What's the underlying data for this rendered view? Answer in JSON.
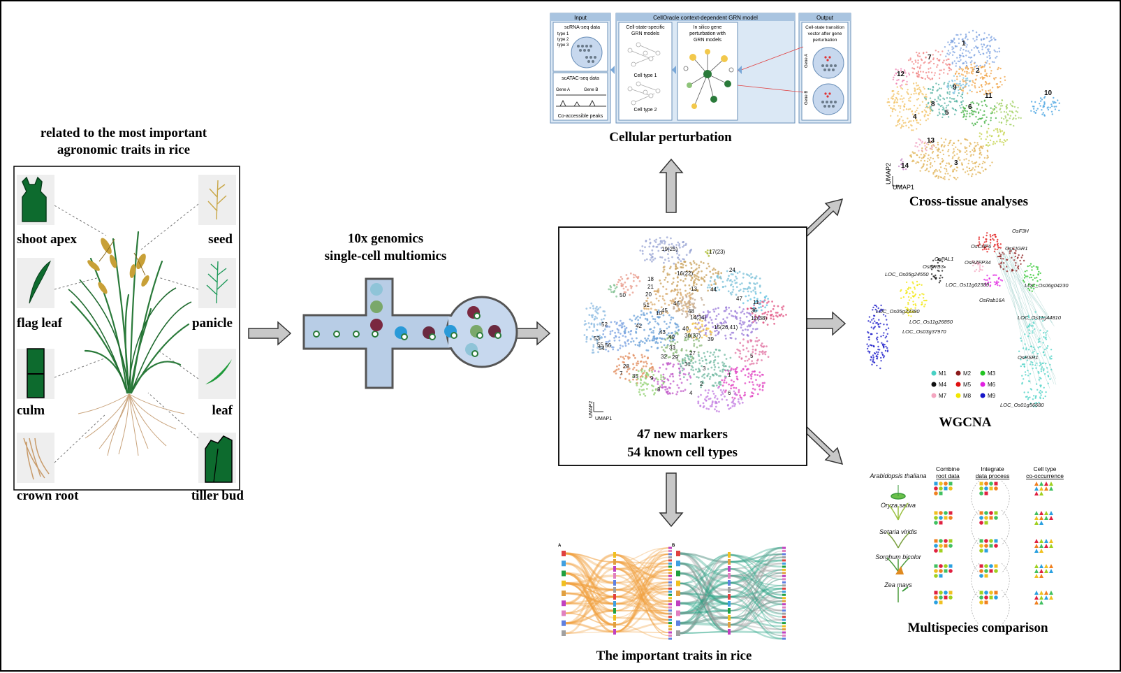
{
  "rice_panel": {
    "heading_line1": "related to the most important",
    "heading_line2": "agronomic traits in rice",
    "tissues": {
      "shoot_apex": "shoot apex",
      "flag_leaf": "flag leaf",
      "culm": "culm",
      "crown_root": "crown root",
      "seed": "seed",
      "panicle": "panicle",
      "leaf": "leaf",
      "tiller_bud": "tiller bud"
    }
  },
  "genomics": {
    "line1": "10x genomics",
    "line2": "single-cell multiomics"
  },
  "center": {
    "caption_line1": "47 new markers",
    "caption_line2": "54 known cell types",
    "axis_y": "UMAP2",
    "axis_x": "UMAP1",
    "cluster_labels": [
      "19(25)",
      "17(23)",
      "16(22)",
      "24",
      "18",
      "21",
      "20",
      "13",
      "44",
      "47",
      "11",
      "36",
      "12(38)",
      "50",
      "51",
      "46",
      "45",
      "48",
      "14(34)",
      "42",
      "43",
      "49",
      "40",
      "30(37)",
      "15(26,41)",
      "39",
      "10",
      "33",
      "52",
      "53",
      "56",
      "55",
      "54",
      "28",
      "32",
      "29",
      "27",
      "31",
      "3",
      "5",
      "35",
      "9",
      "1",
      "2",
      "8",
      "7",
      "4",
      "6"
    ]
  },
  "celloracle": {
    "caption": "Cellular perturbation",
    "header_input": "Input",
    "header_model": "CellOracle context-dependent GRN model",
    "header_output": "Output",
    "scrna": "scRNA-seq data",
    "type1": "type 1",
    "type2": "type 2",
    "type3": "type 3",
    "scatac": "scATAC-seq data",
    "gene_a": "Gene A",
    "gene_b": "Gene B",
    "coaccess": "Co-accessible peaks",
    "grn_title_1": "Cell-state-specific",
    "grn_title_2": "GRN models",
    "celltype1": "Cell type 1",
    "celltype2": "Cell type 2",
    "insilico_1": "In silico gene",
    "insilico_2": "perturbation with",
    "insilico_3": "GRN models",
    "output_1": "Cell-state transition",
    "output_2": "vector after gene",
    "output_3": "perturbation",
    "gene_a_v": "Gene A",
    "gene_b_v": "Gene B"
  },
  "cross_tissue": {
    "caption": "Cross-tissue analyses",
    "axis_y": "UMAP2",
    "axis_x": "UMAP1",
    "cluster_labels": [
      "1",
      "2",
      "3",
      "4",
      "5",
      "6",
      "7",
      "8",
      "9",
      "10",
      "11",
      "12",
      "13",
      "14"
    ]
  },
  "wgcna": {
    "caption": "WGCNA",
    "genes": [
      "OsF3H",
      "OsCslF6",
      "OsCIGR1",
      "OsRZFP34",
      "OsPAL1",
      "OsERG3",
      "LOC_Os05g24550",
      "LOC_Os11g02389",
      "LOC_Os06g04230",
      "OsRab16A",
      "LOC_Os05g33380",
      "LOC_Os11g26850",
      "LOC_Os03g37970",
      "LOC_Os11g44810",
      "OsRSR1",
      "LOC_Os01g56680"
    ],
    "modules": [
      {
        "name": "M1",
        "color": "#48d1c4"
      },
      {
        "name": "M2",
        "color": "#8b1a1a"
      },
      {
        "name": "M3",
        "color": "#22c322"
      },
      {
        "name": "M4",
        "color": "#111111"
      },
      {
        "name": "M5",
        "color": "#e01010"
      },
      {
        "name": "M6",
        "color": "#e020e0"
      },
      {
        "name": "M7",
        "color": "#f4a6c0"
      },
      {
        "name": "M8",
        "color": "#f2e600"
      },
      {
        "name": "M9",
        "color": "#1515c8"
      }
    ]
  },
  "multispecies": {
    "caption": "Multispecies comparison",
    "col1_l1": "Combine",
    "col1_l2": "root data",
    "col2_l1": "Integrate",
    "col2_l2": "data process",
    "col3_l1": "Cell type",
    "col3_l2": "co-occurrence",
    "species": [
      "Arabidopsis thaliana",
      "Oryza sativa",
      "Setaria viridis",
      "Sorghum bicolor",
      "Zea mays"
    ]
  },
  "traits": {
    "caption": "The important traits in rice",
    "panel_a": "A",
    "panel_b": "B"
  }
}
